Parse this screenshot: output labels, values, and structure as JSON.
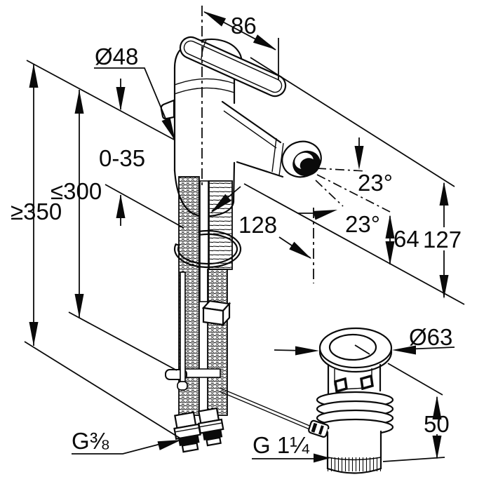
{
  "drawing": {
    "subject": "bidet-single-lever-mixer-with-popup-drain-technical-dimension-drawing",
    "background_color": "#ffffff",
    "line_color": "#0a0a0a",
    "dimensions": {
      "lever_projection": {
        "label": "86"
      },
      "body_diameter": {
        "label": "Ø48"
      },
      "deck_thickness_range": {
        "label": "0-35"
      },
      "max_connection_distance": {
        "label": "≤300"
      },
      "min_hose_length": {
        "label": "≥350"
      },
      "spout_projection": {
        "label": "128"
      },
      "aerator_angle_upper": {
        "label": "23°"
      },
      "aerator_angle_lower": {
        "label": "23°"
      },
      "spout_outlet_height": {
        "label": "64"
      },
      "total_height": {
        "label": "127"
      },
      "drain_flange_diameter": {
        "label": "Ø63"
      },
      "drain_body_height": {
        "label": "50"
      },
      "supply_thread": {
        "label": "G⅜"
      },
      "drain_thread": {
        "label": "G 1¼"
      }
    }
  }
}
